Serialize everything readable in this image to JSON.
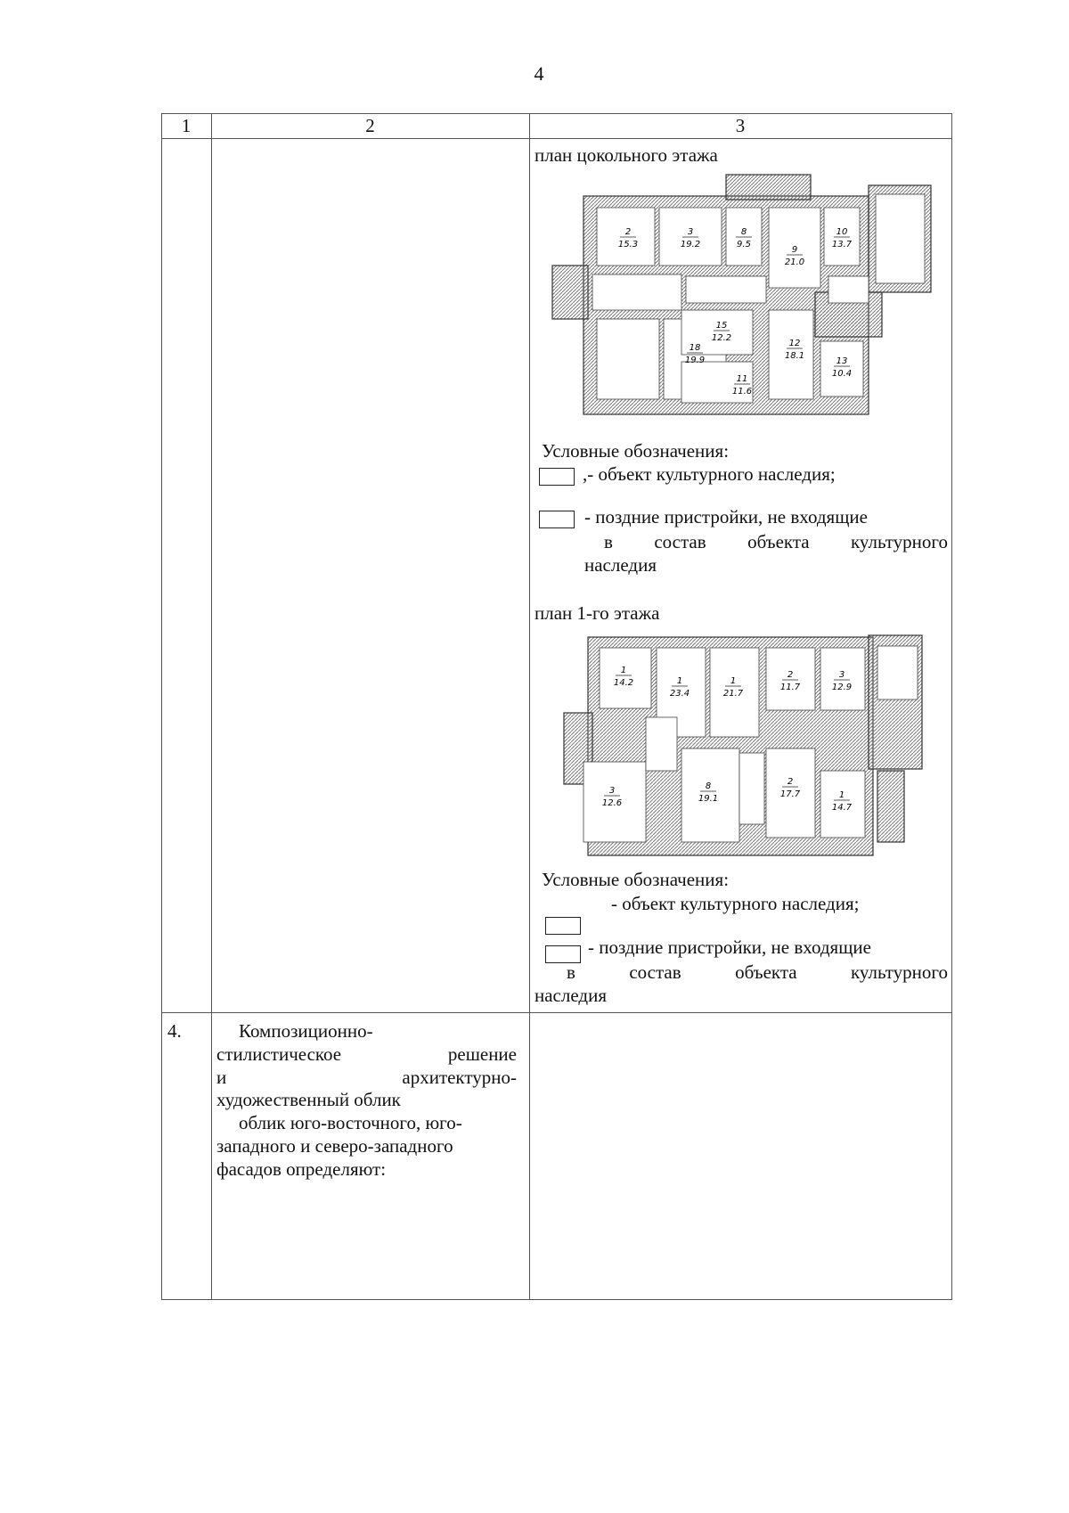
{
  "page_number": "4",
  "table": {
    "headers": [
      "1",
      "2",
      "3"
    ],
    "row3": {
      "plan_basement_title": "план цокольного этажа",
      "plan_basement_rooms": [
        "2",
        "15.3",
        "3",
        "19.2",
        "8",
        "9.5",
        "9",
        "21.0",
        "10",
        "13.7",
        "15",
        "12.2",
        "18",
        "19.9",
        "12",
        "18.1",
        "13",
        "10.4",
        "11",
        "11.6"
      ],
      "legend1": {
        "title": "Условные обозначения:",
        "item1": ",- объект культурного наследия;",
        "item2_line1": "- поздние пристройки, не входящие",
        "item2_line2": "в состав объекта культурного",
        "item2_line3": "наследия"
      },
      "plan_first_title": "план 1-го этажа",
      "plan_first_rooms": [
        "1",
        "14.2",
        "1",
        "23.4",
        "1",
        "21.7",
        "2",
        "11.7",
        "3",
        "12.9",
        "3",
        "12.6",
        "8",
        "19.1",
        "2",
        "17.7",
        "1",
        "14.7"
      ],
      "legend2": {
        "title": "Условные обозначения:",
        "item1": "- объект культурного наследия;",
        "item2_line1": "- поздние пристройки, не входящие",
        "item2_line2": "в состав объекта культурного",
        "item2_line3": "наследия"
      }
    },
    "row4": {
      "number": "4.",
      "lines": [
        "Композиционно-",
        "стилистическое решение",
        "и архитектурно-",
        "художественный облик",
        "облик юго-восточного, юго-",
        "западного и северо-западного",
        "фасадов определяют:"
      ]
    }
  }
}
